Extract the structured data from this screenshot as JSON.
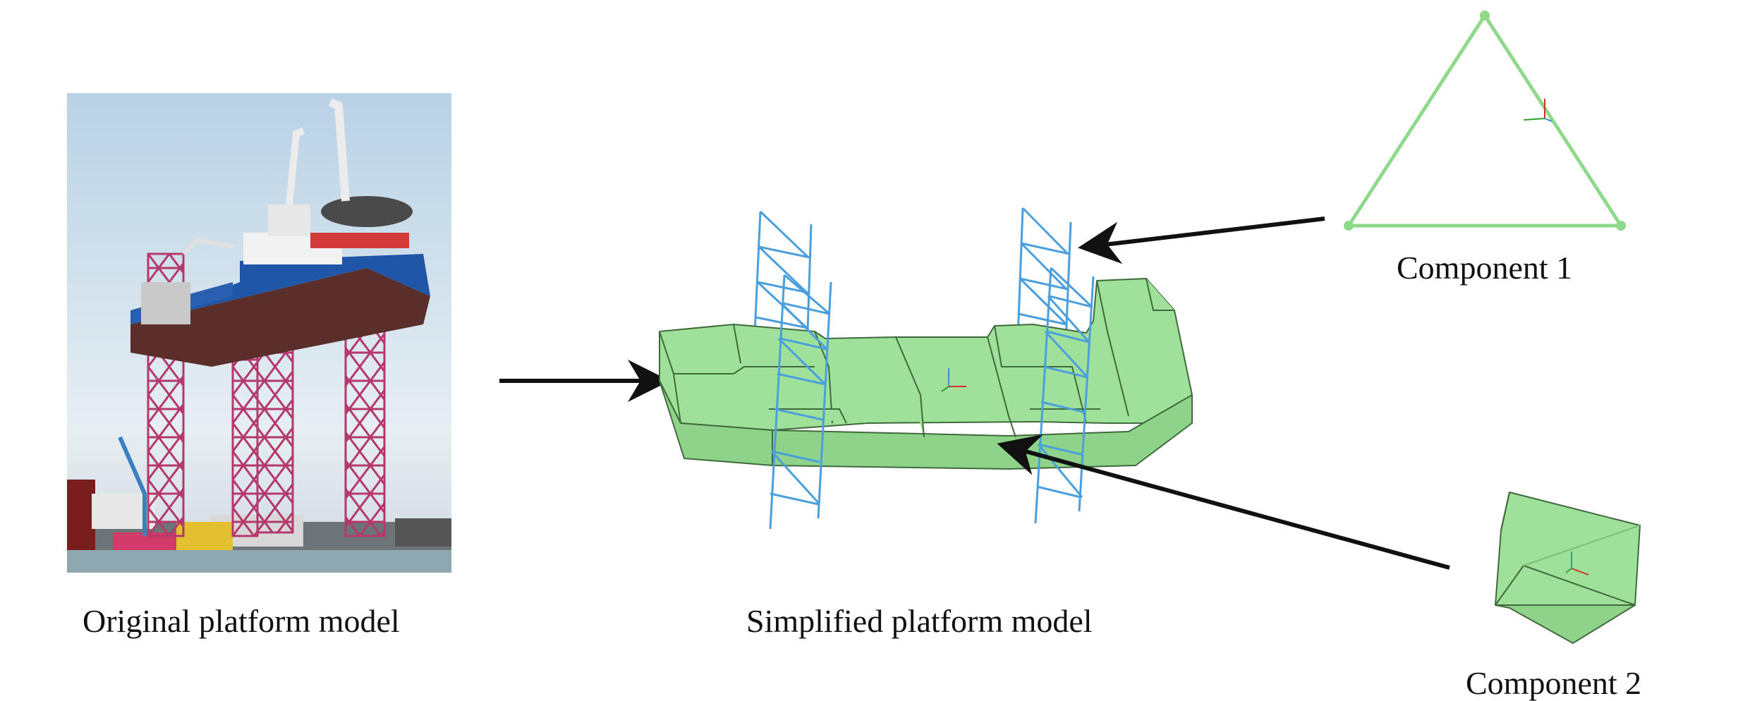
{
  "captions": {
    "original": "Original platform model",
    "simplified": "Simplified platform model",
    "component1": "Component 1",
    "component2": "Component 2"
  },
  "colors": {
    "hull_fill": "#9fe09a",
    "hull_stroke": "#3f6b3c",
    "leg_stroke": "#4a9fdc",
    "triangle_stroke": "#8fd98a",
    "arrow": "#111111",
    "photo_sky": "#cfe0ec",
    "photo_hull_blue": "#1f56a8",
    "photo_leg": "#b4386b"
  }
}
